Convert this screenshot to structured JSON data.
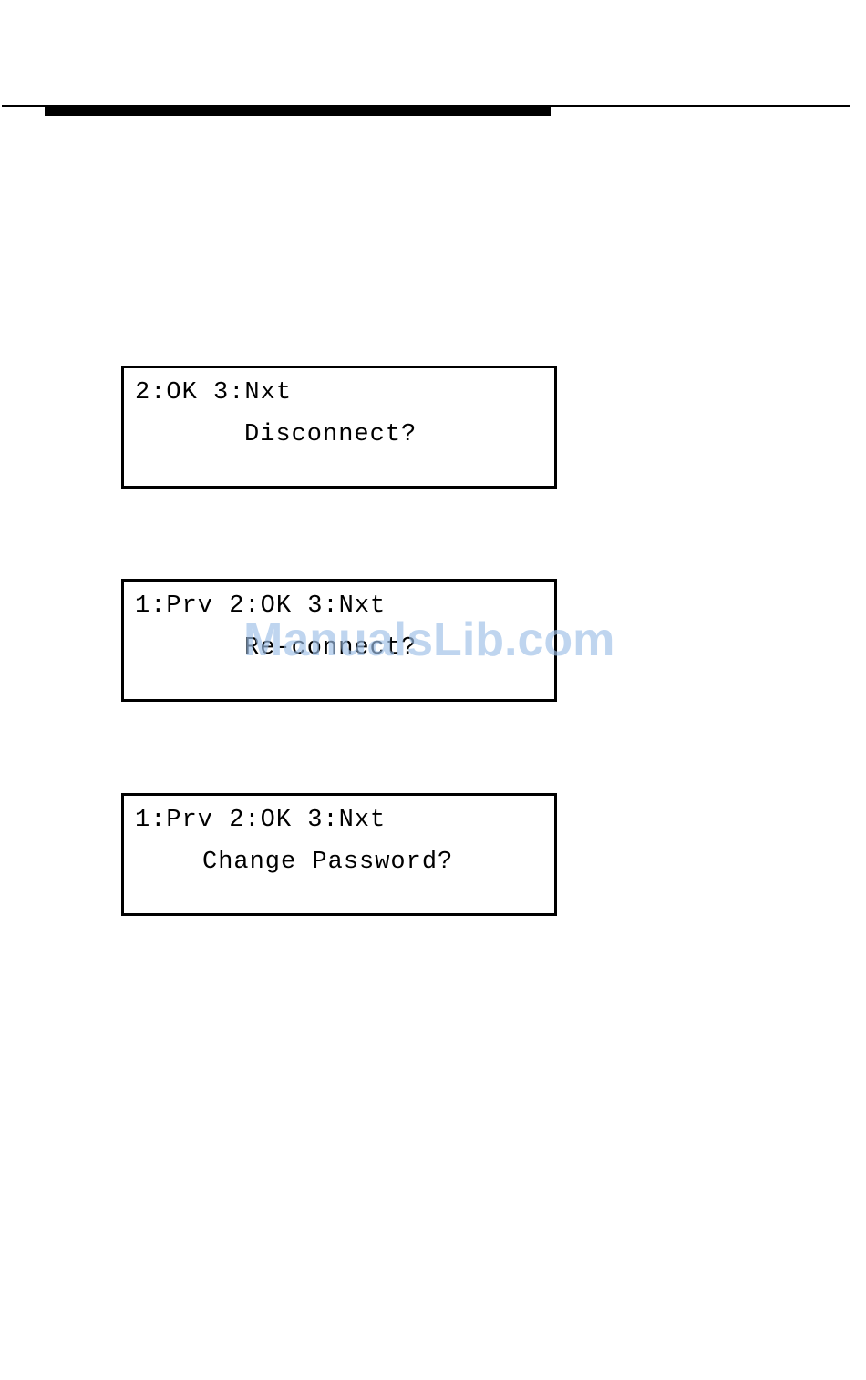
{
  "screens": [
    {
      "line1": "2:OK 3:Nxt",
      "line2": "Disconnect?"
    },
    {
      "line1": "1:Prv 2:OK 3:Nxt",
      "line2": "Re-connect?"
    },
    {
      "line1": "1:Prv 2:OK 3:Nxt",
      "line2": "Change Password?"
    }
  ],
  "watermark": "ManualsLib.com",
  "colors": {
    "ink": "#000000",
    "watermark": "#9ec0e8"
  }
}
